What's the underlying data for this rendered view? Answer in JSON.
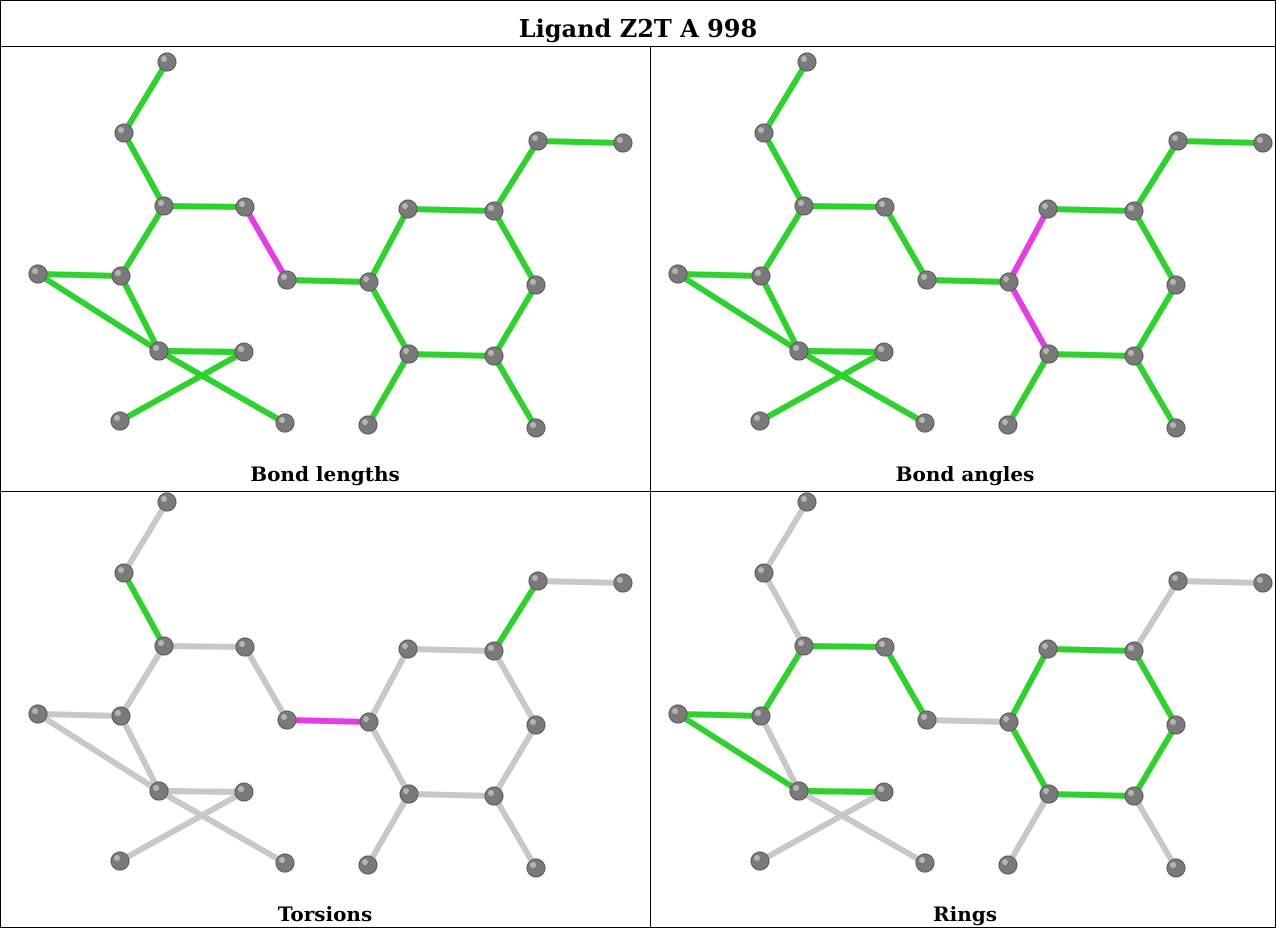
{
  "title": "Ligand Z2T A 998",
  "panels": [
    {
      "label": "Bond lengths"
    },
    {
      "label": "Bond angles"
    },
    {
      "label": "Torsions"
    },
    {
      "label": "Rings"
    }
  ],
  "colors": {
    "ok": "#2ed12e",
    "outlier": "#e23ee2",
    "neutral": "#c8c8c8",
    "atom": "#7a7a7a"
  },
  "molecule": {
    "atoms": [
      {
        "id": "a1"
      },
      {
        "id": "a2"
      },
      {
        "id": "a3"
      },
      {
        "id": "a4"
      },
      {
        "id": "a5"
      },
      {
        "id": "a6"
      },
      {
        "id": "a7"
      },
      {
        "id": "a8"
      },
      {
        "id": "a9"
      },
      {
        "id": "a10"
      },
      {
        "id": "a11"
      },
      {
        "id": "a12"
      },
      {
        "id": "a13"
      },
      {
        "id": "a14"
      },
      {
        "id": "a15"
      },
      {
        "id": "a16"
      },
      {
        "id": "a17"
      },
      {
        "id": "a18"
      },
      {
        "id": "a19"
      },
      {
        "id": "a20"
      },
      {
        "id": "a21"
      },
      {
        "id": "a22"
      }
    ],
    "bonds": [
      {
        "from": "a1",
        "to": "a2"
      },
      {
        "from": "a2",
        "to": "a3"
      },
      {
        "from": "a3",
        "to": "a4"
      },
      {
        "from": "a4",
        "to": "a6"
      },
      {
        "from": "a3",
        "to": "a5"
      },
      {
        "from": "a5",
        "to": "a7"
      },
      {
        "from": "a5",
        "to": "a8"
      },
      {
        "from": "a7",
        "to": "a9"
      },
      {
        "from": "a9",
        "to": "a10"
      },
      {
        "from": "a8",
        "to": "a10"
      },
      {
        "from": "a9",
        "to": "a11"
      },
      {
        "from": "a10",
        "to": "a12"
      },
      {
        "from": "a6",
        "to": "a13"
      },
      {
        "from": "a13",
        "to": "a14"
      },
      {
        "from": "a14",
        "to": "a15"
      },
      {
        "from": "a15",
        "to": "a16"
      },
      {
        "from": "a16",
        "to": "a17"
      },
      {
        "from": "a17",
        "to": "a18"
      },
      {
        "from": "a18",
        "to": "a13"
      },
      {
        "from": "a15",
        "to": "a19"
      },
      {
        "from": "a19",
        "to": "a20"
      },
      {
        "from": "a17",
        "to": "a21"
      },
      {
        "from": "a18",
        "to": "a22"
      }
    ],
    "bond_status": [
      [
        "ok",
        "ok",
        "ok",
        "outlier",
        "ok",
        "ok",
        "ok",
        "ok",
        "ok",
        "ok",
        "ok",
        "ok",
        "ok",
        "ok",
        "ok",
        "ok",
        "ok",
        "ok",
        "ok",
        "ok",
        "ok",
        "ok",
        "ok"
      ],
      [
        "ok",
        "ok",
        "ok",
        "ok",
        "ok",
        "ok",
        "ok",
        "ok",
        "ok",
        "ok",
        "ok",
        "ok",
        "ok",
        "outlier",
        "ok",
        "ok",
        "ok",
        "ok",
        "outlier",
        "ok",
        "ok",
        "ok",
        "ok"
      ],
      [
        "neutral",
        "ok",
        "neutral",
        "neutral",
        "neutral",
        "neutral",
        "neutral",
        "neutral",
        "neutral",
        "neutral",
        "neutral",
        "neutral",
        "outlier",
        "neutral",
        "neutral",
        "neutral",
        "neutral",
        "neutral",
        "neutral",
        "ok",
        "neutral",
        "neutral",
        "neutral"
      ],
      [
        "neutral",
        "neutral",
        "ok",
        "ok",
        "ok",
        "ok",
        "neutral",
        "ok",
        "ok",
        "ok",
        "neutral",
        "neutral",
        "neutral",
        "ok",
        "ok",
        "ok",
        "ok",
        "ok",
        "ok",
        "neutral",
        "neutral",
        "neutral",
        "neutral"
      ]
    ]
  }
}
